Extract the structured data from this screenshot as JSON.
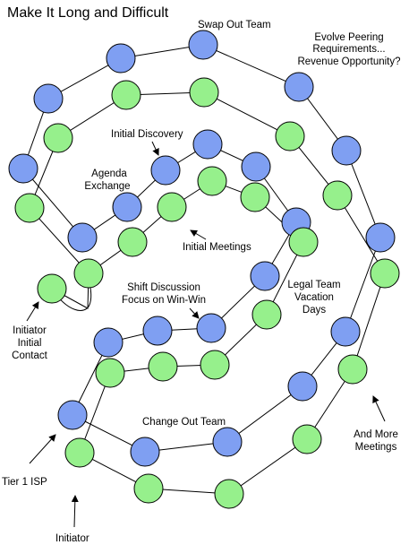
{
  "title": "Make It Long and Difficult",
  "colors": {
    "blue": "#7f9ff2",
    "green": "#96f08c",
    "line": "#000000"
  },
  "labels": {
    "swap_out_team": "Swap Out Team",
    "evolve_line1": "Evolve Peering",
    "evolve_line2": "Requirements...",
    "evolve_line3": "Revenue Opportunity?",
    "initial_discovery": "Initial Discovery",
    "agenda_line1": "Agenda",
    "agenda_line2": "Exchange",
    "initial_meetings": "Initial Meetings",
    "shift_line1": "Shift Discussion",
    "shift_line2": "Focus on Win-Win",
    "legal_line1": "Legal Team",
    "legal_line2": "Vacation",
    "legal_line3": "Days",
    "initiator_line1": "Initiator",
    "initiator_line2": "Initial",
    "initiator_line3": "Contact",
    "change_out_team": "Change Out Team",
    "more_line1": "And More",
    "more_line2": "Meetings",
    "tier1_isp": "Tier 1 ISP",
    "initiator": "Initiator"
  }
}
